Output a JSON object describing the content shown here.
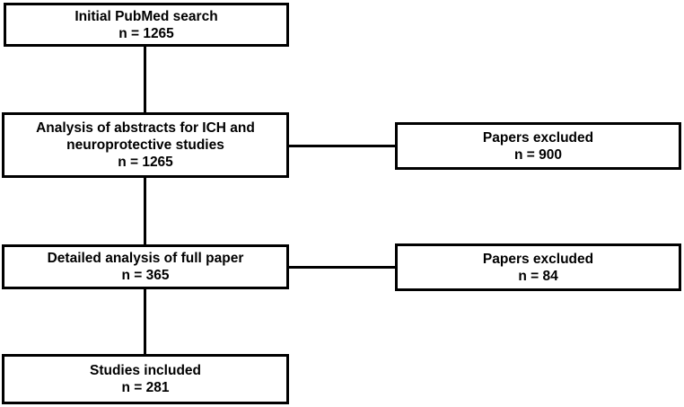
{
  "diagram": {
    "type": "flowchart",
    "background_color": "#ffffff",
    "box_border_color": "#000000",
    "box_fill_color": "#ffffff",
    "text_color": "#000000",
    "nodes": [
      {
        "id": "initial-search",
        "lines": [
          "Initial PubMed search"
        ],
        "count": "n = 1265",
        "column": "main"
      },
      {
        "id": "abstract-analysis",
        "lines": [
          "Analysis of abstracts for ICH and",
          "neuroprotective studies"
        ],
        "count": "n = 1265",
        "column": "main"
      },
      {
        "id": "papers-excluded-abstracts",
        "lines": [
          "Papers excluded"
        ],
        "count": "n = 900",
        "column": "side"
      },
      {
        "id": "full-paper-analysis",
        "lines": [
          "Detailed analysis of full paper"
        ],
        "count": "n = 365",
        "column": "main"
      },
      {
        "id": "papers-excluded-full",
        "lines": [
          "Papers excluded"
        ],
        "count": "n = 84",
        "column": "side"
      },
      {
        "id": "studies-included",
        "lines": [
          "Studies included"
        ],
        "count": "n = 281",
        "column": "main"
      }
    ],
    "edges": [
      {
        "from": "initial-search",
        "to": "abstract-analysis",
        "orientation": "vertical"
      },
      {
        "from": "abstract-analysis",
        "to": "papers-excluded-abstracts",
        "orientation": "horizontal"
      },
      {
        "from": "abstract-analysis",
        "to": "full-paper-analysis",
        "orientation": "vertical"
      },
      {
        "from": "full-paper-analysis",
        "to": "papers-excluded-full",
        "orientation": "horizontal"
      },
      {
        "from": "full-paper-analysis",
        "to": "studies-included",
        "orientation": "vertical"
      }
    ]
  }
}
